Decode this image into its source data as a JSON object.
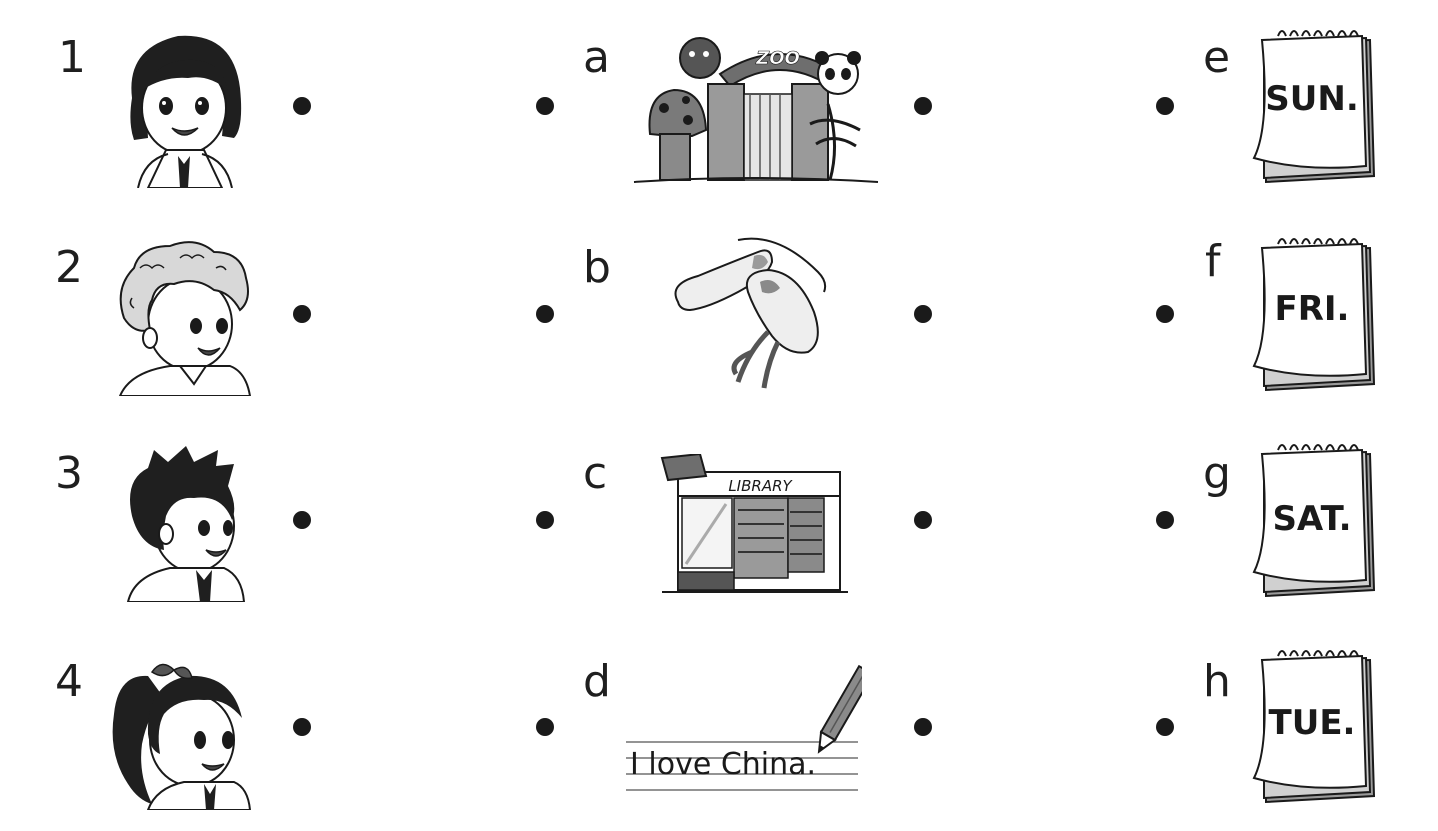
{
  "rows": [
    {
      "number": "1",
      "letter_mid": "a",
      "letter_right": "e",
      "day": "SUN."
    },
    {
      "number": "2",
      "letter_mid": "b",
      "letter_right": "f",
      "day": "FRI."
    },
    {
      "number": "3",
      "letter_mid": "c",
      "letter_right": "g",
      "day": "SAT."
    },
    {
      "number": "4",
      "letter_mid": "d",
      "letter_right": "h",
      "day": "TUE."
    }
  ],
  "pictures": {
    "zoo_sign": "ZOO",
    "library_sign": "LIBRARY",
    "handwriting": "I love China."
  },
  "colors": {
    "ink": "#1a1a1a",
    "paper": "#ffffff",
    "shade": "#8a8a8a"
  }
}
